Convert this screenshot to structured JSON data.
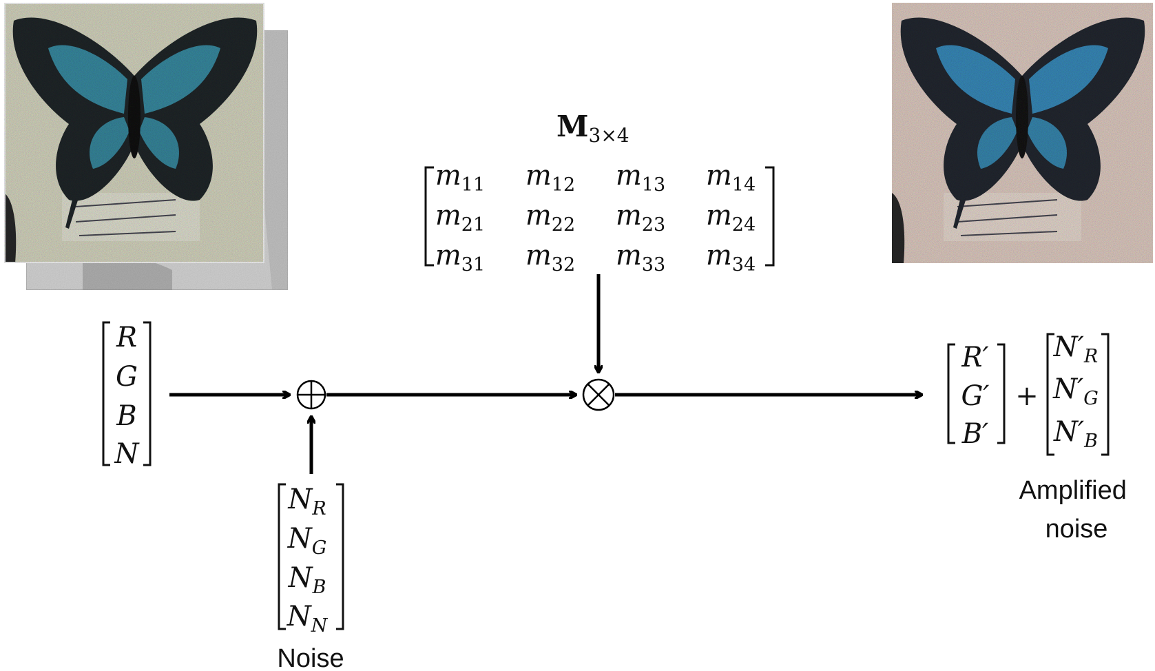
{
  "matrix": {
    "symbol": "M",
    "dimensions": "3×4",
    "entries": [
      [
        {
          "base": "m",
          "sub": "11"
        },
        {
          "base": "m",
          "sub": "12"
        },
        {
          "base": "m",
          "sub": "13"
        },
        {
          "base": "m",
          "sub": "14"
        }
      ],
      [
        {
          "base": "m",
          "sub": "21"
        },
        {
          "base": "m",
          "sub": "22"
        },
        {
          "base": "m",
          "sub": "23"
        },
        {
          "base": "m",
          "sub": "24"
        }
      ],
      [
        {
          "base": "m",
          "sub": "31"
        },
        {
          "base": "m",
          "sub": "32"
        },
        {
          "base": "m",
          "sub": "33"
        },
        {
          "base": "m",
          "sub": "34"
        }
      ]
    ]
  },
  "input_vector": [
    {
      "base": "R",
      "sub": ""
    },
    {
      "base": "G",
      "sub": ""
    },
    {
      "base": "B",
      "sub": ""
    },
    {
      "base": "N",
      "sub": ""
    }
  ],
  "noise_vector": [
    {
      "base": "N",
      "sub": "R"
    },
    {
      "base": "N",
      "sub": "G"
    },
    {
      "base": "N",
      "sub": "B"
    },
    {
      "base": "N",
      "sub": "N"
    }
  ],
  "noise_label": "Noise",
  "output_vector": [
    {
      "base": "R′",
      "sub": ""
    },
    {
      "base": "G′",
      "sub": ""
    },
    {
      "base": "B′",
      "sub": ""
    }
  ],
  "plus_sign": "+",
  "amplified_noise_vector": [
    {
      "base": "N′",
      "sub": "R"
    },
    {
      "base": "N′",
      "sub": "G"
    },
    {
      "base": "N′",
      "sub": "B"
    }
  ],
  "amplified_noise_label": [
    "Amplified",
    "noise"
  ],
  "adder_symbol": "⊕",
  "multiplier_symbol": "⊗",
  "colors": {
    "wing_blue": "#3b8fa6",
    "wing_dark": "#1e2326",
    "background_clean": "#dcdcc6",
    "background_noisy": "#e6d2c8"
  }
}
